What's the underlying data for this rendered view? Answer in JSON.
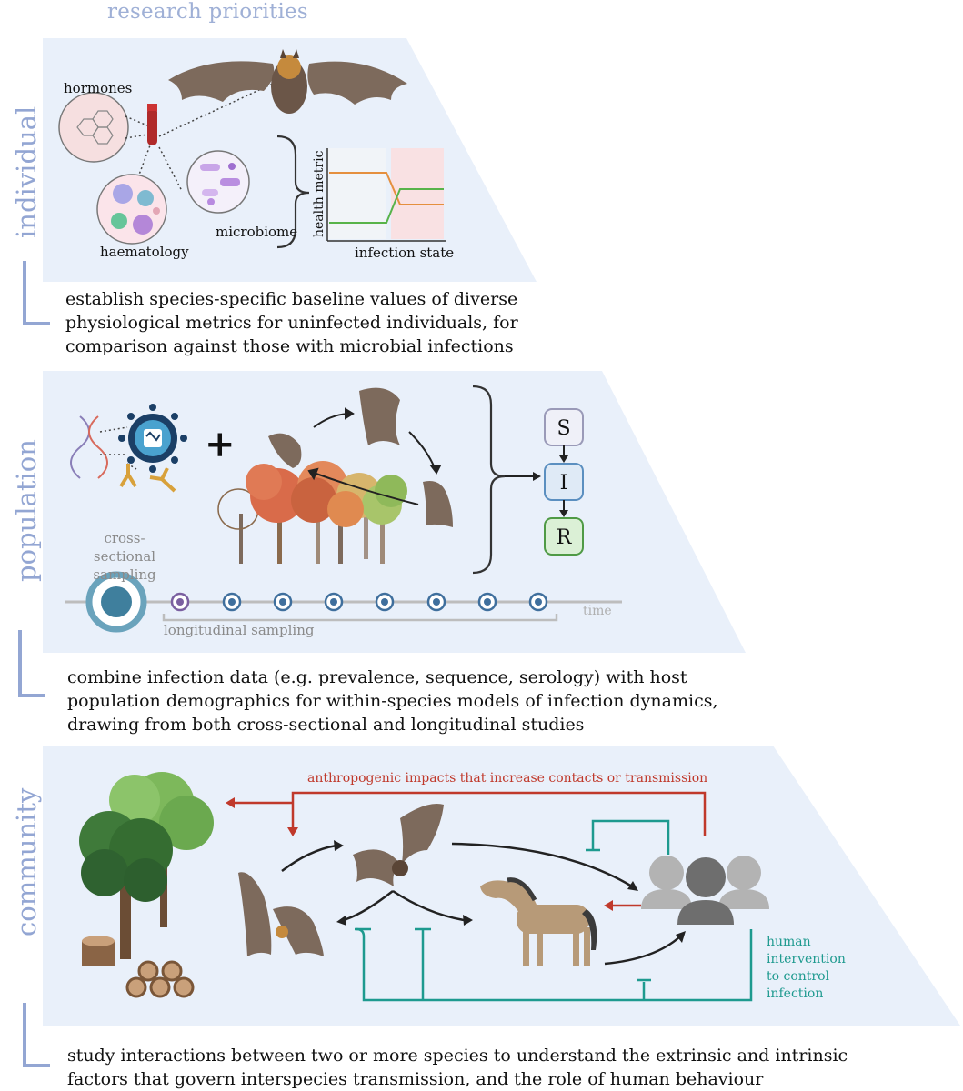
{
  "title": "research priorities",
  "levels": {
    "individual": {
      "label": "individual",
      "hormones": "hormones",
      "haematology": "haematology",
      "microbiome": "microbiome",
      "chart_ylabel": "health metric",
      "chart_xlabel": "infection state",
      "caption": [
        "establish species-specific baseline values of diverse",
        "physiological metrics for uninfected individuals, for",
        "comparison against those with microbial infections"
      ]
    },
    "population": {
      "label": "population",
      "cross_sectional": [
        "cross-sectional",
        "sampling"
      ],
      "longitudinal": "longitudinal sampling",
      "time": "time",
      "sir": [
        "S",
        "I",
        "R"
      ],
      "caption": [
        "combine infection data (e.g. prevalence, sequence, serology) with host",
        "population demographics for within-species models of infection dynamics,",
        "drawing from both cross-sectional and longitudinal studies"
      ]
    },
    "community": {
      "label": "community",
      "anthropogenic": "anthropogenic impacts that increase contacts or transmission",
      "intervention": [
        "human",
        "intervention",
        "to control",
        "infection"
      ],
      "caption": [
        "study interactions between two or more species to understand the extrinsic and intrinsic",
        "factors that govern interspecies transmission, and the role of human behaviour"
      ]
    }
  },
  "colors": {
    "panel_bg": "#e9f0fa",
    "side_label": "#93a6d3",
    "orange_line": "#e58f3e",
    "green_line": "#58b34a",
    "red_arrow": "#c0392b",
    "teal_line": "#1e9a8f"
  }
}
